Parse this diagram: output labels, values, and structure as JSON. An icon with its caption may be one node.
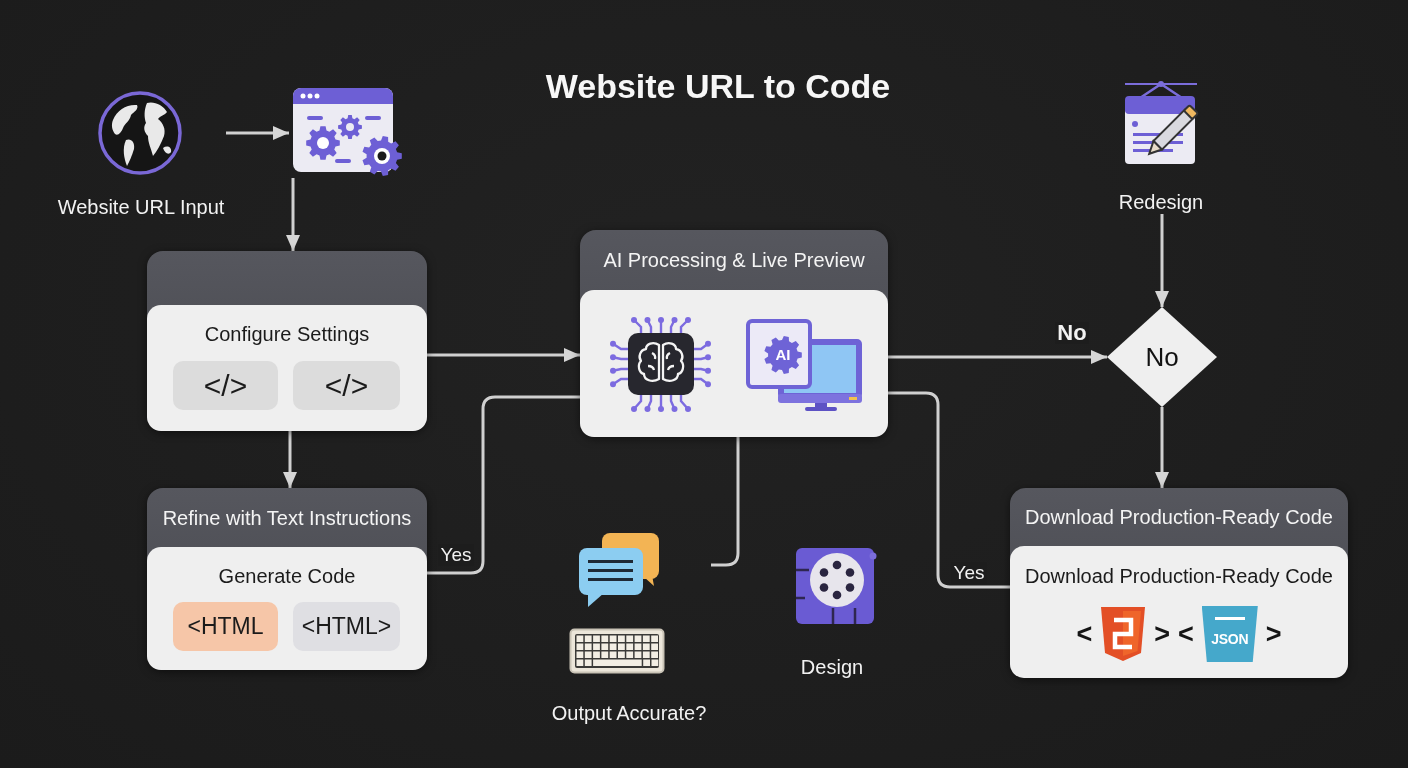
{
  "diagram": {
    "title": "Website URL to Code",
    "nodes": [
      {
        "text": [
          "Website URL Input"
        ]
      },
      {
        "text": [],
        "shape": "picture"
      },
      {
        "text": [
          "Configure Settings"
        ]
      },
      {
        "text": [
          "</>"
        ],
        "in": 2
      },
      {
        "text": [
          "</>"
        ],
        "in": 2
      },
      {
        "text": [
          "Refine with Text Instructions",
          "Generate Code"
        ]
      },
      {
        "text": [
          "<HTML"
        ],
        "in": 5
      },
      {
        "text": [
          "<HTML>"
        ],
        "in": 5
      },
      {
        "text": [
          "AI Processing & Live Preview",
          "AI"
        ]
      },
      {
        "text": [
          "Output Accurate?"
        ]
      },
      {
        "text": [
          "Redesign"
        ]
      },
      {
        "text": [
          "No"
        ]
      },
      {
        "text": [
          "Download Production-Ready Code",
          "Download Production-Ready Code",
          "<",
          ">",
          "<",
          ">"
        ]
      },
      {
        "text": [
          "JSON"
        ],
        "in": 12
      }
    ],
    "edges": [
      {
        "from": 0,
        "to": 1,
        "arrow": "to"
      },
      {
        "from": 1,
        "to": 2,
        "arrow": "to"
      },
      {
        "from": 2,
        "to": 5,
        "arrow": "to"
      },
      {
        "from": 2,
        "to": 8,
        "arrow": "to"
      },
      {
        "from": 5,
        "to": 8,
        "arrow": "none",
        "label": "Yes"
      },
      {
        "from": 8,
        "to": 9,
        "arrow": "none"
      },
      {
        "from": 8,
        "to": 11,
        "arrow": "to",
        "label": "No"
      },
      {
        "from": 8,
        "to": 12,
        "arrow": "none",
        "label": "Yes"
      },
      {
        "from": 10,
        "to": 11,
        "arrow": "to"
      },
      {
        "from": 11,
        "to": 12,
        "arrow": "to"
      }
    ],
    "labels": [
      "Design"
    ]
  }
}
